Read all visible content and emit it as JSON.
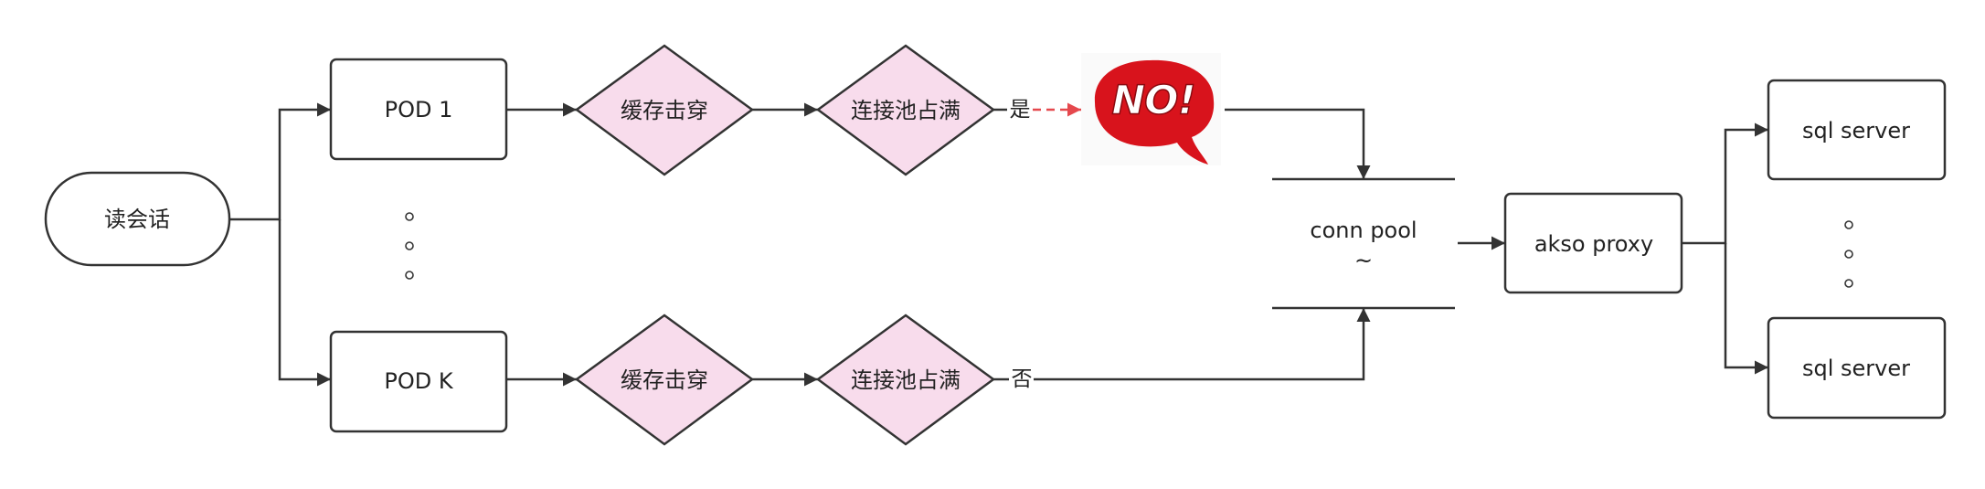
{
  "nodes": {
    "start": "读会话",
    "pod_1": "POD 1",
    "pod_k": "POD K",
    "cache_top": "缓存击穿",
    "pool_full_top": "连接池占满",
    "cache_bottom": "缓存击穿",
    "pool_full_bottom": "连接池占满",
    "no_badge": "NO!",
    "conn_pool": "conn pool",
    "conn_pool_sub": "~",
    "proxy": "akso proxy",
    "sql_top": "sql server",
    "sql_bottom": "sql server"
  },
  "edges": {
    "yes_label": "是",
    "no_label": "否"
  },
  "icons": {
    "rejection": "no-speech-bubble-icon"
  },
  "colors": {
    "decision_fill": "#f8dcec",
    "stroke": "#333333",
    "reject_arrow": "#e5484d",
    "no_bubble": "#d8131c"
  }
}
